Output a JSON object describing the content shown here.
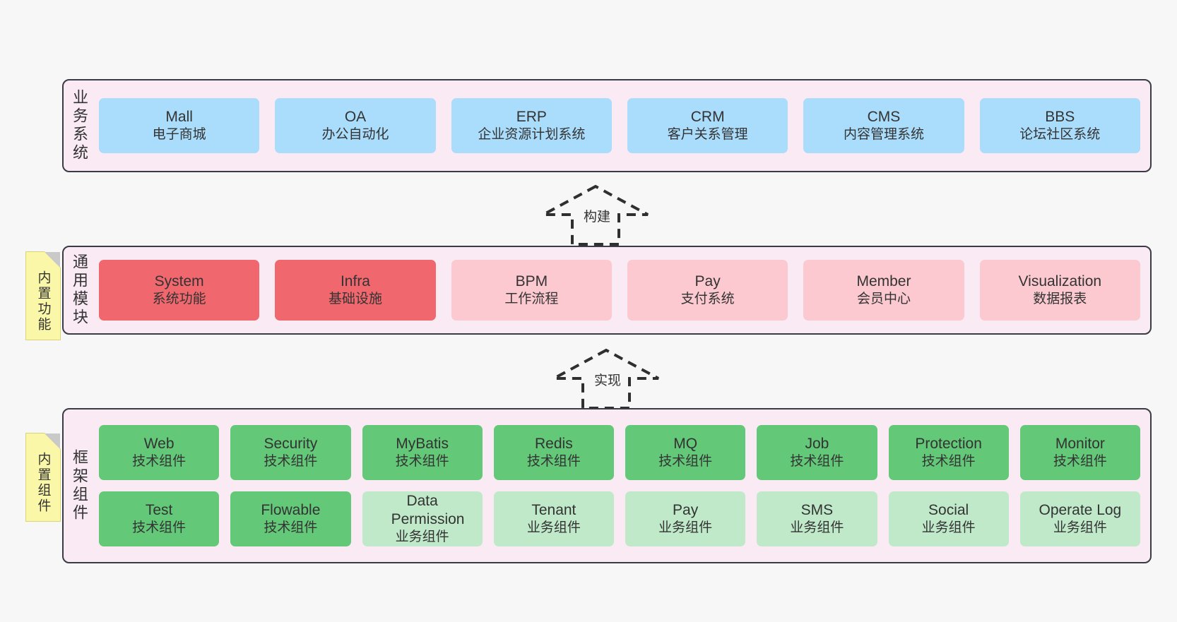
{
  "diagram": {
    "background_color": "#f7f7f7",
    "layer_fill": "#f9eaf4",
    "layer_border": "#3b3b45"
  },
  "layers": [
    {
      "id": "business-systems",
      "title": "业务系统",
      "card_color": "#aadcfb",
      "rows": [
        {
          "cards": [
            {
              "en": "Mall",
              "cn": "电子商城"
            },
            {
              "en": "OA",
              "cn": "办公自动化"
            },
            {
              "en": "ERP",
              "cn": "企业资源计划系统"
            },
            {
              "en": "CRM",
              "cn": "客户关系管理"
            },
            {
              "en": "CMS",
              "cn": "内容管理系统"
            },
            {
              "en": "BBS",
              "cn": "论坛社区系统"
            }
          ]
        }
      ]
    },
    {
      "id": "general-modules",
      "title": "通用模块",
      "sticky": "内置功能",
      "card_color_primary": "#f0676e",
      "card_color_secondary": "#fbc9cf",
      "rows": [
        {
          "cards": [
            {
              "en": "System",
              "cn": "系统功能",
              "style": "red"
            },
            {
              "en": "Infra",
              "cn": "基础设施",
              "style": "red"
            },
            {
              "en": "BPM",
              "cn": "工作流程",
              "style": "pink"
            },
            {
              "en": "Pay",
              "cn": "支付系统",
              "style": "pink"
            },
            {
              "en": "Member",
              "cn": "会员中心",
              "style": "pink"
            },
            {
              "en": "Visualization",
              "cn": "数据报表",
              "style": "pink"
            }
          ]
        }
      ]
    },
    {
      "id": "framework-components",
      "title": "框架组件",
      "sticky": "内置组件",
      "card_color_primary": "#63c878",
      "card_color_secondary": "#c0e9ca",
      "rows": [
        {
          "cards": [
            {
              "en": "Web",
              "cn": "技术组件",
              "style": "green"
            },
            {
              "en": "Security",
              "cn": "技术组件",
              "style": "green"
            },
            {
              "en": "MyBatis",
              "cn": "技术组件",
              "style": "green"
            },
            {
              "en": "Redis",
              "cn": "技术组件",
              "style": "green"
            },
            {
              "en": "MQ",
              "cn": "技术组件",
              "style": "green"
            },
            {
              "en": "Job",
              "cn": "技术组件",
              "style": "green"
            },
            {
              "en": "Protection",
              "cn": "技术组件",
              "style": "green"
            },
            {
              "en": "Monitor",
              "cn": "技术组件",
              "style": "green"
            }
          ]
        },
        {
          "cards": [
            {
              "en": "Test",
              "cn": "技术组件",
              "style": "green"
            },
            {
              "en": "Flowable",
              "cn": "技术组件",
              "style": "green"
            },
            {
              "en": "Data Permission",
              "cn": "业务组件",
              "style": "mint"
            },
            {
              "en": "Tenant",
              "cn": "业务组件",
              "style": "mint"
            },
            {
              "en": "Pay",
              "cn": "业务组件",
              "style": "mint"
            },
            {
              "en": "SMS",
              "cn": "业务组件",
              "style": "mint"
            },
            {
              "en": "Social",
              "cn": "业务组件",
              "style": "mint"
            },
            {
              "en": "Operate Log",
              "cn": "业务组件",
              "style": "mint"
            }
          ]
        }
      ]
    }
  ],
  "connectors": [
    {
      "id": "build",
      "label": "构建",
      "from": "general-modules",
      "to": "business-systems"
    },
    {
      "id": "implement",
      "label": "实现",
      "from": "framework-components",
      "to": "general-modules"
    }
  ]
}
